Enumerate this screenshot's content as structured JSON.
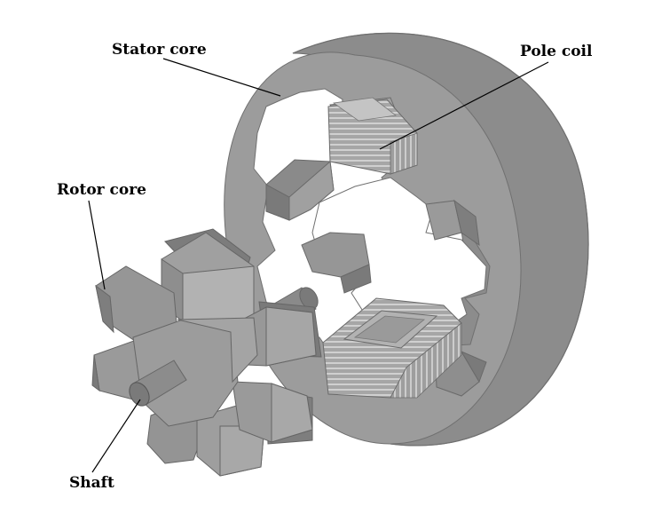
{
  "labels": {
    "stator_core": "Stator core",
    "pole_coil": "Pole coil",
    "rotor_core": "Rotor core",
    "shaft": "Shaft"
  },
  "colors": {
    "background": "#ffffff",
    "metal_face": "#9a9a9a",
    "metal_side": "#7c7c7c",
    "metal_dark": "#6a6a6a",
    "metal_light": "#b8b8b8",
    "coil_face": "#a6a6a6",
    "coil_stripe": "#d4d4d4",
    "leader_line": "#000000",
    "label_text": "#000000"
  }
}
